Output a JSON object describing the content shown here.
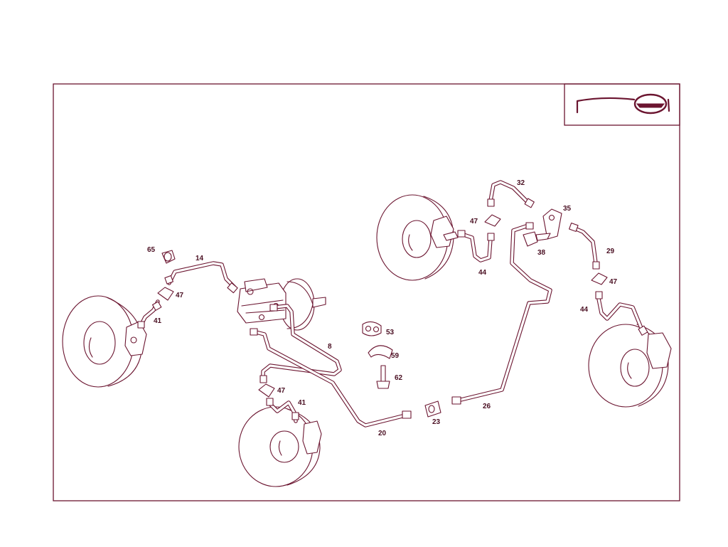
{
  "colors": {
    "ink": "#6b1530",
    "background": "#ffffff"
  },
  "corner_icon": "brake-circuit-symbol-icon",
  "labels": {
    "l65": "65",
    "l14": "14",
    "l47a": "47",
    "l41a": "41",
    "l8": "8",
    "l53": "53",
    "l59": "59",
    "l62": "62",
    "l47b": "47",
    "l41b": "41",
    "l20": "20",
    "l23": "23",
    "l26": "26",
    "l32": "32",
    "l35": "35",
    "l47c": "47",
    "l44a": "44",
    "l38": "38",
    "l29": "29",
    "l47d": "47",
    "l44b": "44"
  }
}
